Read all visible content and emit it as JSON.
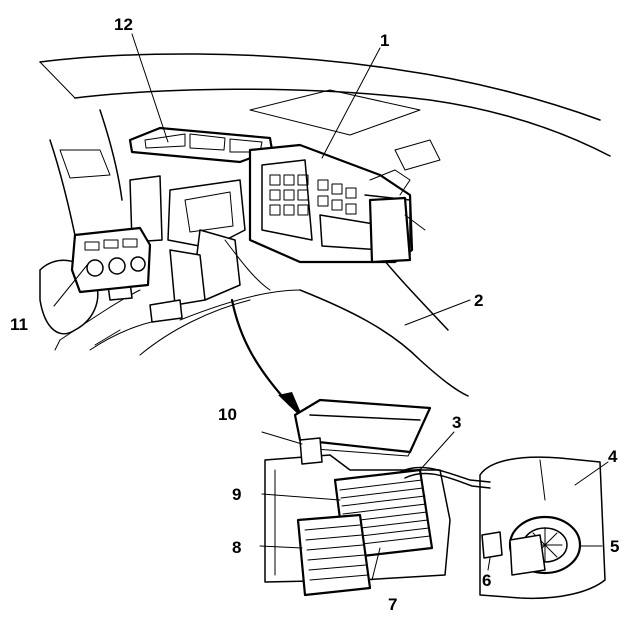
{
  "callouts": [
    {
      "id": "1",
      "text": "1"
    },
    {
      "id": "2",
      "text": "2"
    },
    {
      "id": "3",
      "text": "3"
    },
    {
      "id": "4",
      "text": "4"
    },
    {
      "id": "5",
      "text": "5"
    },
    {
      "id": "6",
      "text": "6"
    },
    {
      "id": "7",
      "text": "7"
    },
    {
      "id": "8",
      "text": "8"
    },
    {
      "id": "9",
      "text": "9"
    },
    {
      "id": "10",
      "text": "10"
    },
    {
      "id": "11",
      "text": "11"
    },
    {
      "id": "12",
      "text": "12"
    }
  ]
}
